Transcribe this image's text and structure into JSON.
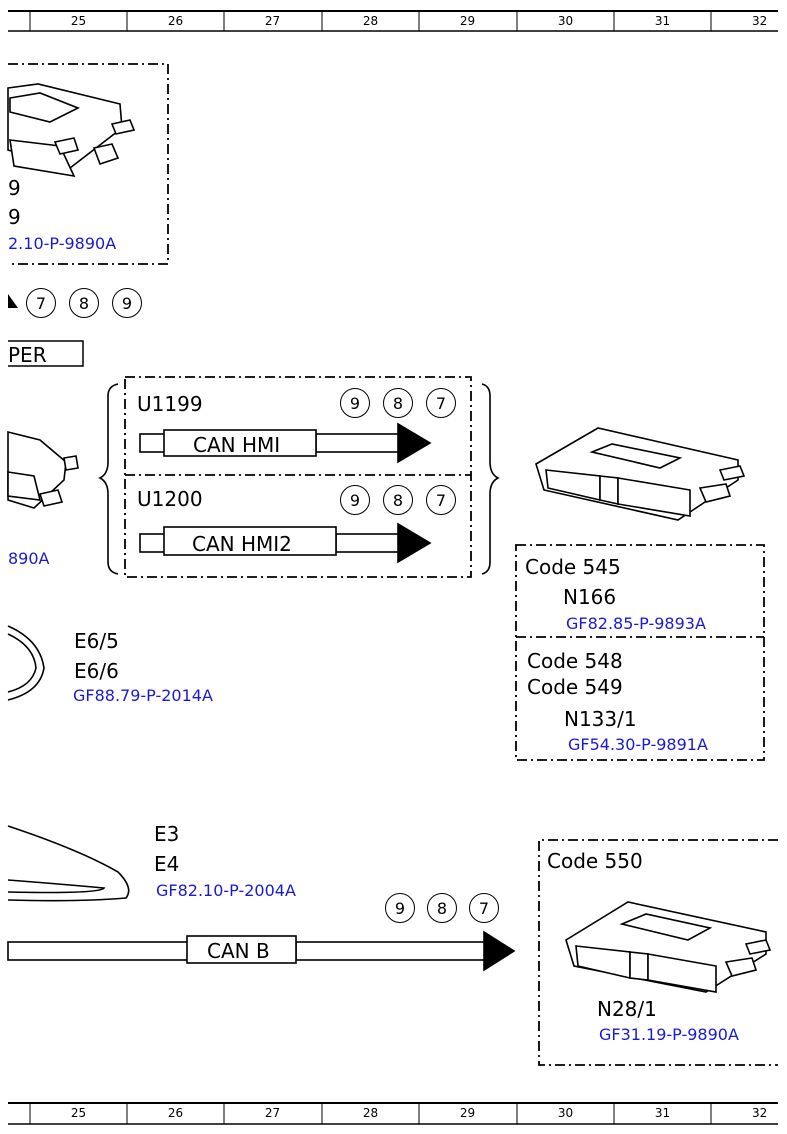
{
  "ruler_top": [
    "25",
    "26",
    "27",
    "28",
    "29",
    "30",
    "31",
    "32"
  ],
  "ruler_bottom": [
    "25",
    "26",
    "27",
    "28",
    "29",
    "30",
    "31",
    "32"
  ],
  "top_box": {
    "line1": "9",
    "line2": "9",
    "ref": "2.10-P-9890A"
  },
  "top_circles": [
    "7",
    "8",
    "9"
  ],
  "per_label": "PER",
  "left_ref": "890A",
  "bus_group": {
    "u1199": {
      "code": "U1199",
      "circles": [
        "9",
        "8",
        "7"
      ],
      "bus": "CAN HMI"
    },
    "u1200": {
      "code": "U1200",
      "circles": [
        "9",
        "8",
        "7"
      ],
      "bus": "CAN HMI2"
    }
  },
  "right_box": {
    "code545": "Code 545",
    "n166": "N166",
    "ref1": "GF82.85-P-9893A",
    "code548": "Code 548",
    "code549": "Code 549",
    "n133": "N133/1",
    "ref2": "GF54.30-P-9891A"
  },
  "e6": {
    "l1": "E6/5",
    "l2": "E6/6",
    "ref": "GF88.79-P-2014A"
  },
  "e3": {
    "l1": "E3",
    "l2": "E4",
    "ref": "GF82.10-P-2004A"
  },
  "canb": {
    "bus": "CAN B",
    "circles": [
      "9",
      "8",
      "7"
    ]
  },
  "code550_box": {
    "code": "Code 550",
    "n28": "N28/1",
    "ref": "GF31.19-P-9890A"
  }
}
